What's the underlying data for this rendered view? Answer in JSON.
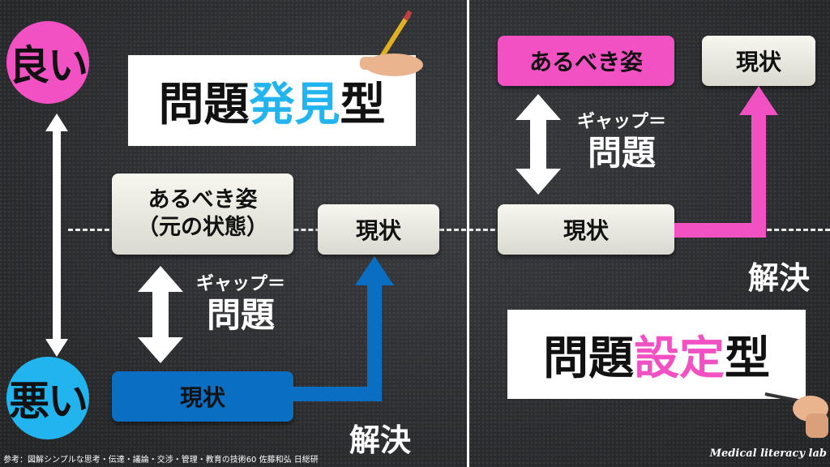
{
  "left": {
    "good_label": "良い",
    "bad_label": "悪い",
    "title_part1": "問題",
    "title_part2": "発見",
    "title_part3": "型",
    "ideal_line1": "あるべき姿",
    "ideal_line2": "（元の状態）",
    "current_top": "現状",
    "current_bottom": "現状",
    "gap_line1": "ギャップ＝",
    "gap_line2": "問題",
    "solve": "解決"
  },
  "right": {
    "ideal": "あるべき姿",
    "current_top": "現状",
    "gap_line1": "ギャップ＝",
    "gap_line2": "問題",
    "current_mid": "現状",
    "solve": "解決",
    "title_part1": "問題",
    "title_part2": "設定",
    "title_part3": "型"
  },
  "footer": {
    "reference": "参考：図解シンプルな思考・伝達・議論・交渉・管理・教育の技術60 佐藤和弘 日総研",
    "brand": "Medical literacy lab"
  },
  "colors": {
    "pink": "#f251c4",
    "cyan": "#22b4ee",
    "blue": "#0a6fc2",
    "white": "#ffffff",
    "divider": "#ffffff"
  }
}
